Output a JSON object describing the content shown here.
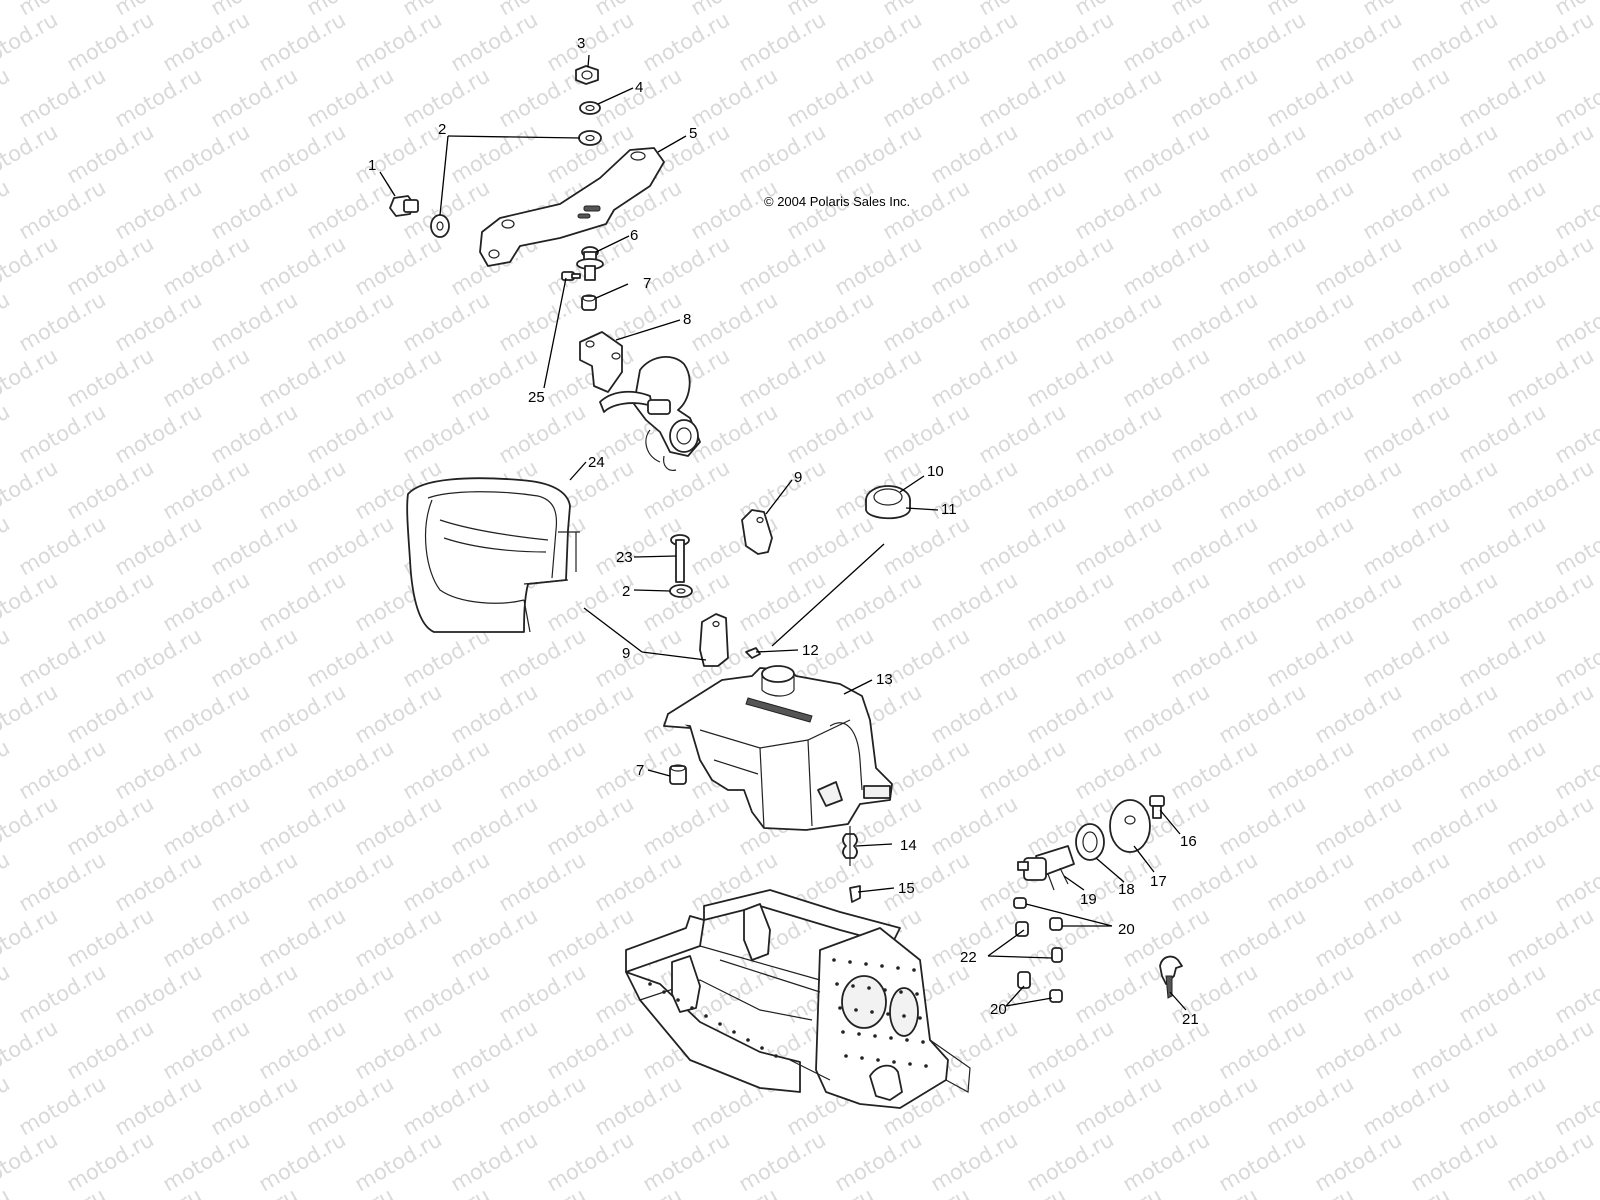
{
  "copyright": "© 2004 Polaris Sales Inc.",
  "watermark": "motod.ru",
  "callouts": {
    "c1": "1",
    "c2a": "2",
    "c2b": "2",
    "c3": "3",
    "c4": "4",
    "c5": "5",
    "c6": "6",
    "c7a": "7",
    "c7b": "7",
    "c8": "8",
    "c9a": "9",
    "c9b": "9",
    "c10": "10",
    "c11": "11",
    "c12": "12",
    "c13": "13",
    "c14": "14",
    "c15": "15",
    "c16": "16",
    "c17": "17",
    "c18": "18",
    "c19": "19",
    "c20a": "20",
    "c20b": "20",
    "c21": "21",
    "c22": "22",
    "c23": "23",
    "c24": "24",
    "c25": "25"
  }
}
